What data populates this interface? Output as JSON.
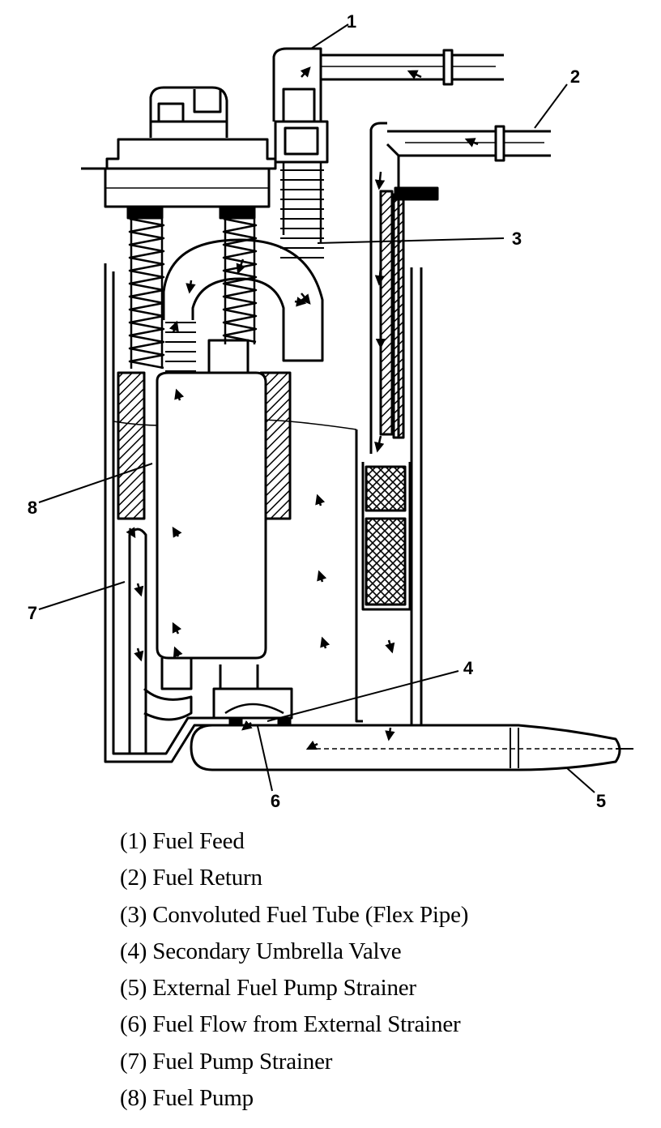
{
  "diagram": {
    "callouts": [
      {
        "number": "1"
      },
      {
        "number": "2"
      },
      {
        "number": "3"
      },
      {
        "number": "4"
      },
      {
        "number": "5"
      },
      {
        "number": "6"
      },
      {
        "number": "7"
      },
      {
        "number": "8"
      }
    ]
  },
  "legend": [
    "(1) Fuel Feed",
    "(2) Fuel Return",
    "(3) Convoluted Fuel Tube (Flex Pipe)",
    "(4) Secondary Umbrella Valve",
    "(5) External Fuel Pump Strainer",
    "(6) Fuel Flow from External Strainer",
    "(7) Fuel Pump Strainer",
    "(8) Fuel Pump"
  ]
}
